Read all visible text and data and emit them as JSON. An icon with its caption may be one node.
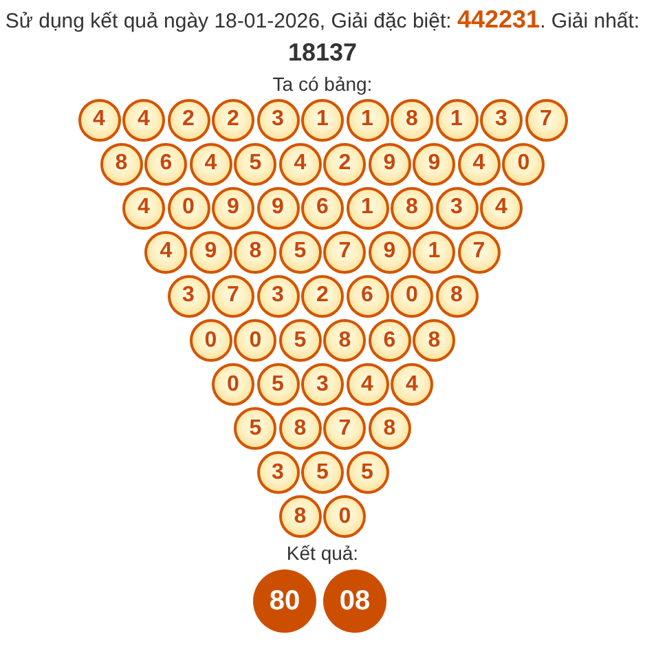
{
  "diagram": {
    "title": "Sử dụng kết quả ngày 18-01-2026, Giải đặc biệt: **442231**. Giải nhất: **18137**",
    "nodes": [
      {
        "text": [
          "4"
        ]
      },
      {
        "text": [
          "4"
        ]
      },
      {
        "text": [
          "2"
        ]
      },
      {
        "text": [
          "2"
        ]
      },
      {
        "text": [
          "3"
        ]
      },
      {
        "text": [
          "1"
        ]
      },
      {
        "text": [
          "1"
        ]
      },
      {
        "text": [
          "8"
        ]
      },
      {
        "text": [
          "1"
        ]
      },
      {
        "text": [
          "3"
        ]
      },
      {
        "text": [
          "7"
        ]
      },
      {
        "text": [
          "8"
        ]
      },
      {
        "text": [
          "6"
        ]
      },
      {
        "text": [
          "4"
        ]
      },
      {
        "text": [
          "5"
        ]
      },
      {
        "text": [
          "4"
        ]
      },
      {
        "text": [
          "2"
        ]
      },
      {
        "text": [
          "9"
        ]
      },
      {
        "text": [
          "9"
        ]
      },
      {
        "text": [
          "4"
        ]
      },
      {
        "text": [
          "0"
        ]
      },
      {
        "text": [
          "4"
        ]
      },
      {
        "text": [
          "0"
        ]
      },
      {
        "text": [
          "9"
        ]
      },
      {
        "text": [
          "9"
        ]
      },
      {
        "text": [
          "6"
        ]
      },
      {
        "text": [
          "1"
        ]
      },
      {
        "text": [
          "8"
        ]
      },
      {
        "text": [
          "3"
        ]
      },
      {
        "text": [
          "4"
        ]
      },
      {
        "text": [
          "4"
        ]
      },
      {
        "text": [
          "9"
        ]
      },
      {
        "text": [
          "8"
        ]
      },
      {
        "text": [
          "5"
        ]
      },
      {
        "text": [
          "7"
        ]
      },
      {
        "text": [
          "9"
        ]
      },
      {
        "text": [
          "1"
        ]
      },
      {
        "text": [
          "7"
        ]
      },
      {
        "text": [
          "3"
        ]
      },
      {
        "text": [
          "7"
        ]
      },
      {
        "text": [
          "3"
        ]
      },
      {
        "text": [
          "2"
        ]
      },
      {
        "text": [
          "6"
        ]
      },
      {
        "text": [
          "0"
        ]
      },
      {
        "text": [
          "8"
        ]
      },
      {
        "text": [
          "0"
        ]
      },
      {
        "text": [
          "0"
        ]
      },
      {
        "text": [
          "5"
        ]
      },
      {
        "text": [
          "8"
        ]
      },
      {
        "text": [
          "6"
        ]
      },
      {
        "text": [
          "8"
        ]
      },
      {
        "text": [
          "0"
        ]
      },
      {
        "text": [
          "5"
        ]
      },
      {
        "text": [
          "3"
        ]
      },
      {
        "text": [
          "4"
        ]
      },
      {
        "text": [
          "4"
        ]
      },
      {
        "text": [
          "5"
        ]
      },
      {
        "text": [
          "8"
        ]
      },
      {
        "text": [
          "7"
        ]
      },
      {
        "text": [
          "8"
        ]
      },
      {
        "text": [
          "3"
        ]
      },
      {
        "text": [
          "5"
        ]
      },
      {
        "text": [
          "5"
        ]
      },
      {
        "text": [
          "8"
        ]
      },
      {
        "text": [
          "0"
        ]
      },
      {
        "text": [
          "80"
        ]
      },
      {
        "text": [
          "08"
        ]
      }
    ],
    "labels": [
      "Ta có bảng:",
      "Kết quả:"
    ]
  }
}
